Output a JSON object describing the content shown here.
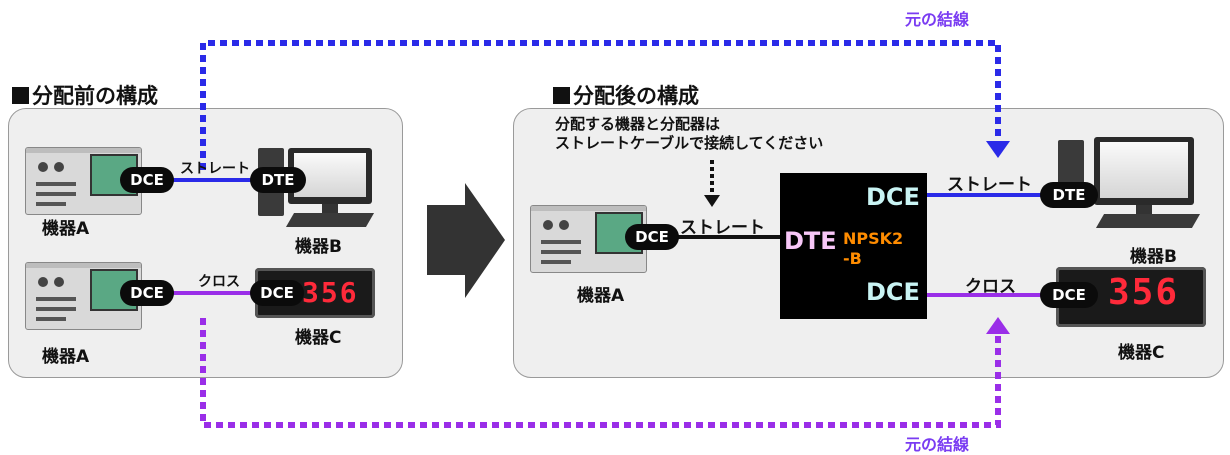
{
  "before": {
    "title": "分配前の構成",
    "device_a_top": "機器A",
    "device_a_bottom": "機器A",
    "device_b": "機器B",
    "device_c": "機器C",
    "cable_straight": "ストレート",
    "cable_cross": "クロス",
    "dce_1": "DCE",
    "dte_1": "DTE",
    "dce_2": "DCE",
    "dce_3": "DCE",
    "display_value": "356"
  },
  "after": {
    "title": "分配後の構成",
    "note_line1": "分配する機器と分配器は",
    "note_line2": "ストレートケーブルで接続してください",
    "device_a": "機器A",
    "device_b": "機器B",
    "device_c": "機器C",
    "cable_straight_in": "ストレート",
    "cable_straight_out": "ストレート",
    "cable_cross": "クロス",
    "dce_a": "DCE",
    "dte_b": "DTE",
    "dce_c": "DCE",
    "display_value": "356",
    "splitter": {
      "port_dce_top": "DCE",
      "port_dte": "DTE",
      "port_dce_bottom": "DCE",
      "model_line1": "NPSK2",
      "model_line2": "-B"
    }
  },
  "original_wiring_top": "元の結線",
  "original_wiring_bottom": "元の結線",
  "colors": {
    "blue_line": "#2a2ae8",
    "purple_line": "#9a2ee8",
    "black_line": "#111111",
    "label_purple": "#7a3cf2"
  }
}
